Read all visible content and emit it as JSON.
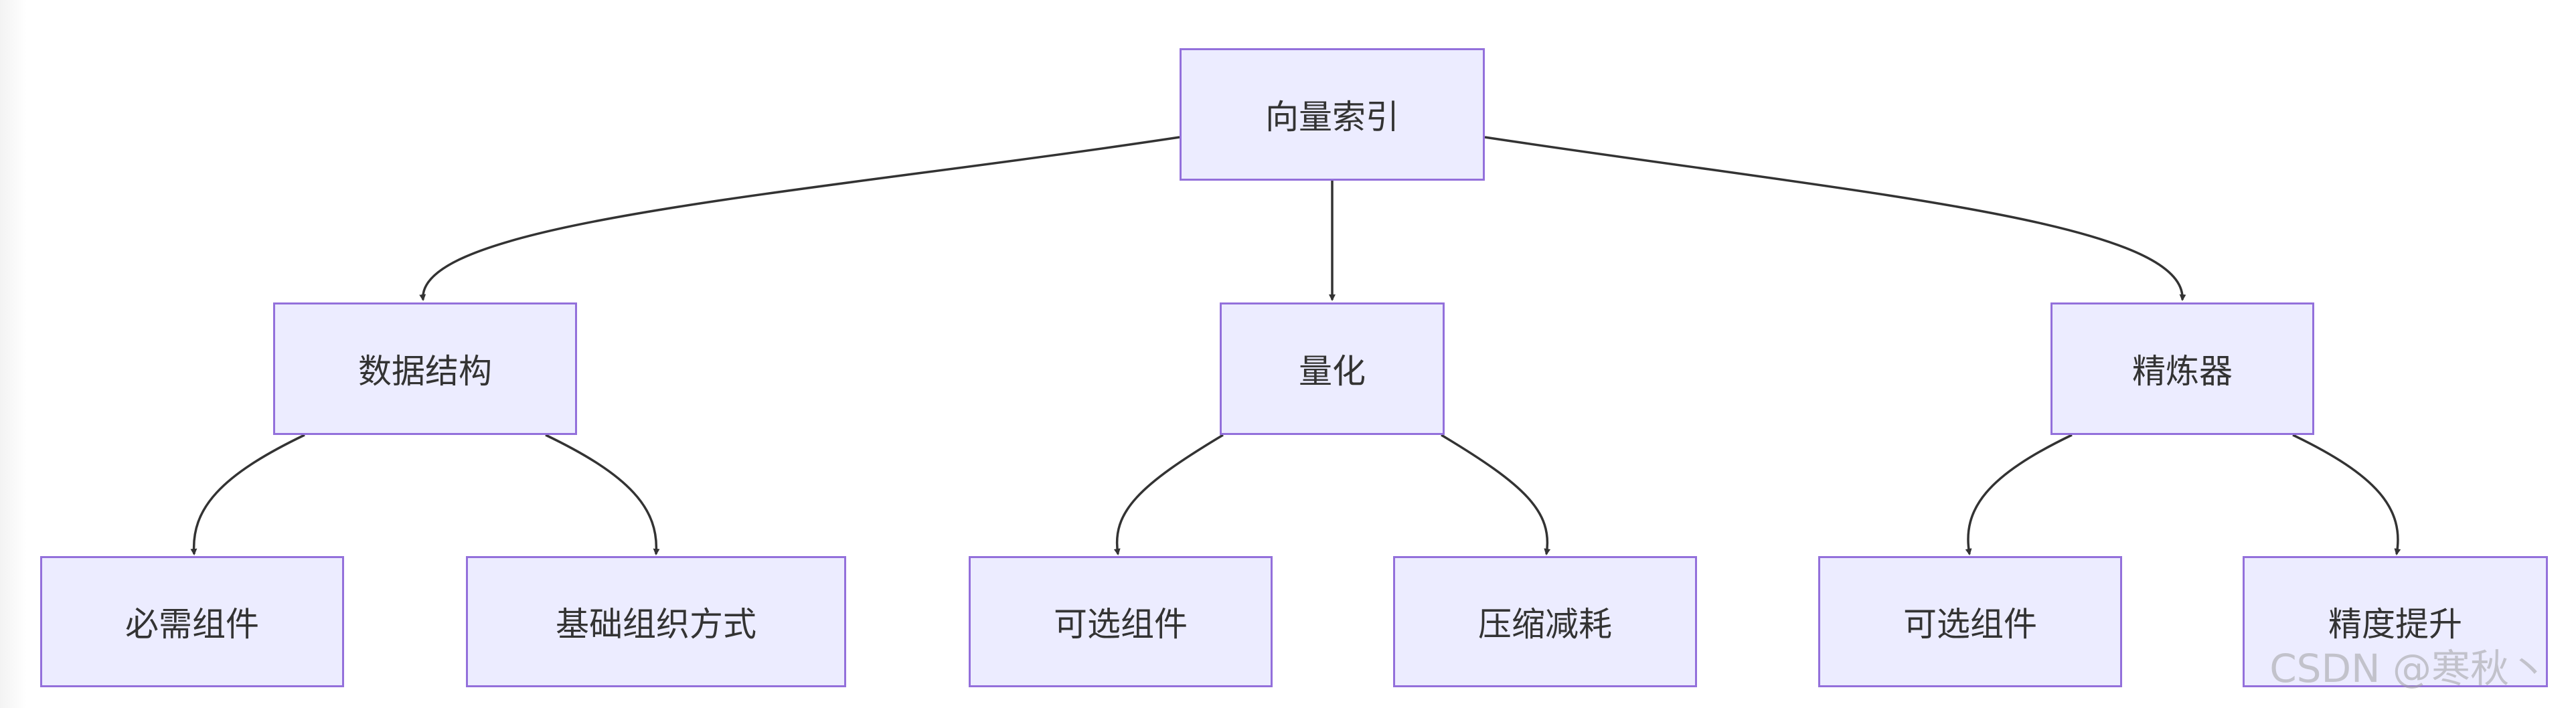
{
  "diagram": {
    "root": {
      "label": "向量索引"
    },
    "children": [
      {
        "label": "数据结构",
        "children": [
          {
            "label": "必需组件"
          },
          {
            "label": "基础组织方式"
          }
        ]
      },
      {
        "label": "量化",
        "children": [
          {
            "label": "可选组件"
          },
          {
            "label": "压缩减耗"
          }
        ]
      },
      {
        "label": "精炼器",
        "children": [
          {
            "label": "可选组件"
          },
          {
            "label": "精度提升"
          }
        ]
      }
    ]
  },
  "colors": {
    "node_fill": "#ececff",
    "node_border": "#9370db",
    "edge": "#333333",
    "text": "#333333"
  },
  "watermark": "CSDN @寒秋丶"
}
